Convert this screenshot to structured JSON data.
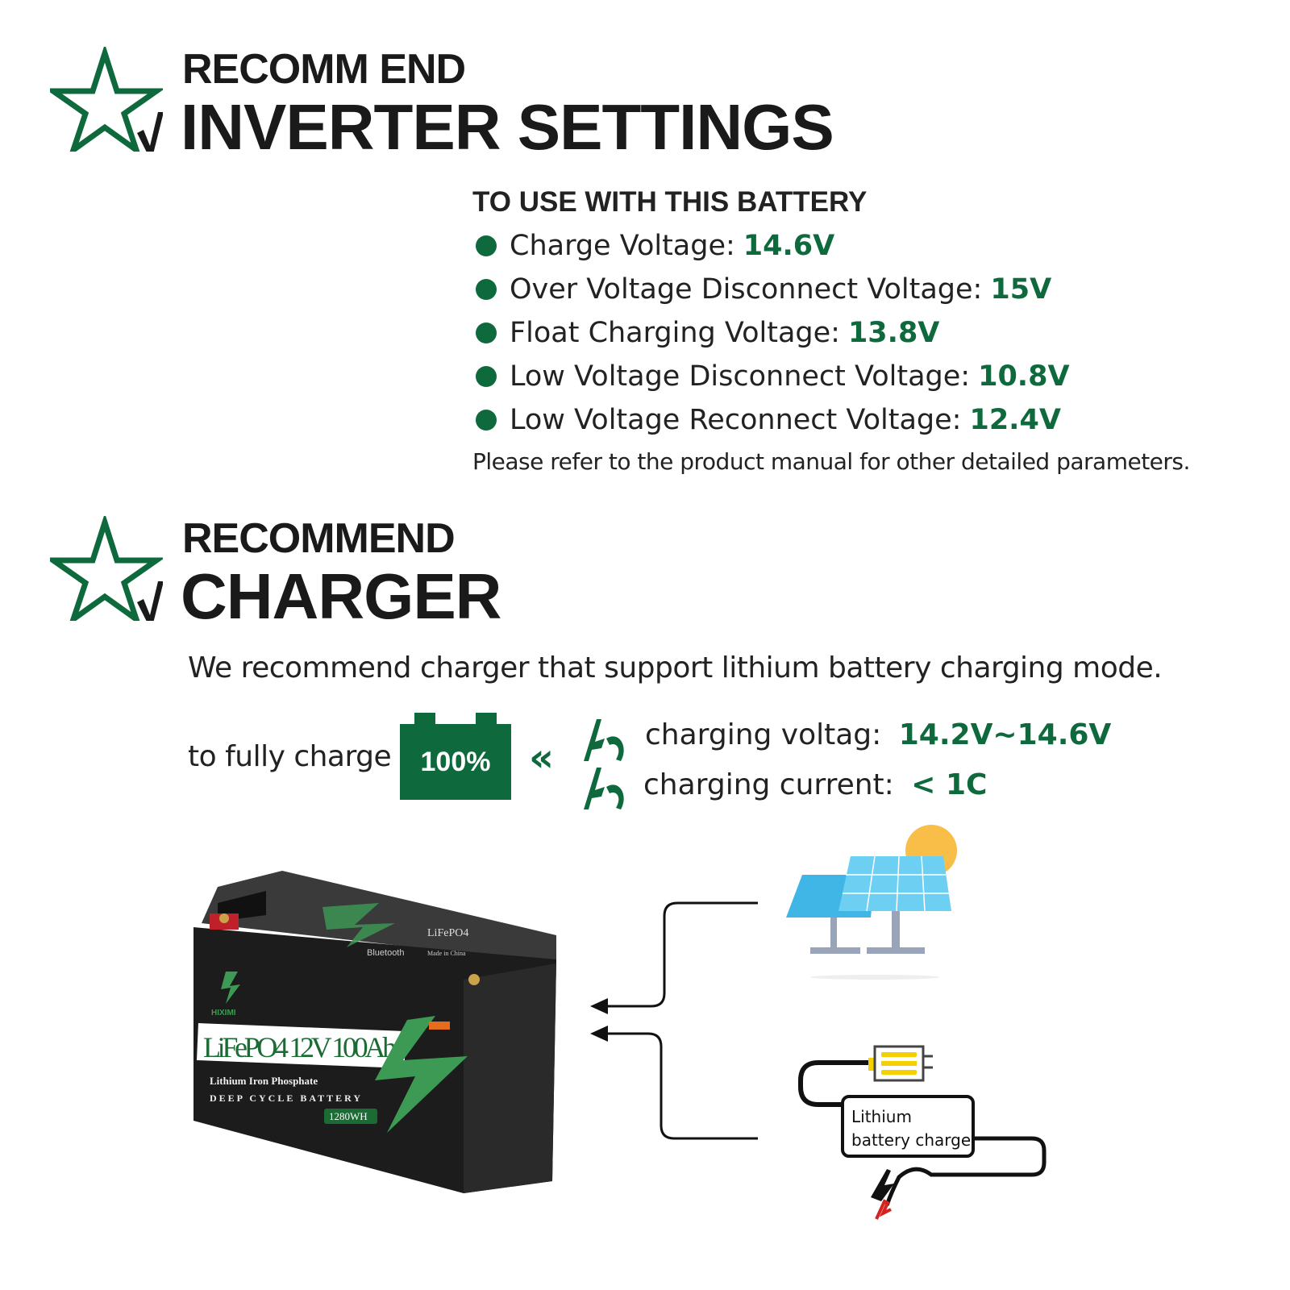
{
  "colors": {
    "accent": "#0e6a3c",
    "text": "#1a1a1a",
    "sun": "#f7b733",
    "panel": "#3fb6e6",
    "charger_yellow": "#f5d000"
  },
  "inverter_section": {
    "icon": "star-check-icon",
    "title_small": "RECOMM END",
    "title_big": "INVERTER SETTINGS",
    "subtitle": "TO USE WITH THIS BATTERY",
    "items": [
      {
        "label": "Charge Voltage:",
        "value": "14.6V"
      },
      {
        "label": "Over Voltage Disconnect Voltage:",
        "value": "15V"
      },
      {
        "label": "Float Charging Voltage:",
        "value": "13.8V"
      },
      {
        "label": "Low Voltage Disconnect Voltage:",
        "value": "10.8V"
      },
      {
        "label": "Low Voltage Reconnect Voltage:",
        "value": "12.4V"
      }
    ],
    "note": "Please refer to the product manual for other detailed parameters."
  },
  "charger_section": {
    "icon": "star-check-icon",
    "title_small": "RECOMMEND",
    "title_big": "CHARGER",
    "description": "We recommend charger that support lithium battery charging mode.",
    "full_charge_label": "to fully charge",
    "battery_percent": "100%",
    "specs": [
      {
        "label": "charging voltag:",
        "value": "14.2V~14.6V"
      },
      {
        "label": "charging current:",
        "value": "< 1C"
      }
    ],
    "charger_label_line1": "Lithium",
    "charger_label_line2": "battery charger"
  },
  "battery_product": {
    "brand": "HIXIMI",
    "model": "LiFePO4 12V 100Ah",
    "line1": "Lithium Iron Phosphate",
    "line2": "DEEP CYCLE BATTERY",
    "energy": "1280WH",
    "top_label": "LiFePO4",
    "bluetooth": "Bluetooth",
    "origin": "Made in China"
  }
}
